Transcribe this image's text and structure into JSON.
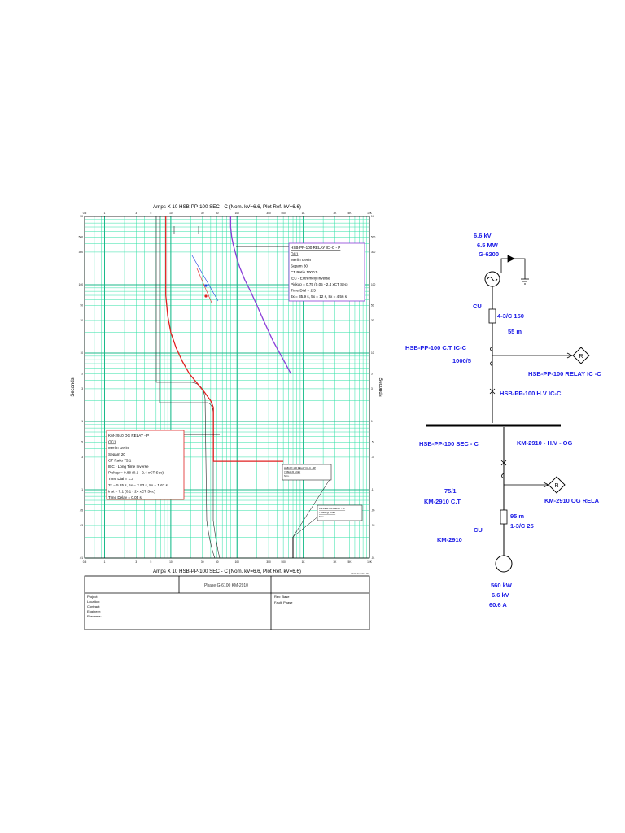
{
  "tcc": {
    "header": "Amps  X  10   HSB-PP-100 SEC - C (Nom. kV=6.6, Plot Ref. kV=6.6)",
    "footer": "Amps  X  10   HSB-PP-100 SEC - C (Nom. kV=6.6, Plot Ref. kV=6.6)",
    "y_axis_label": "Seconds",
    "etap_note": "ETAP Star 20.6.0S",
    "colors": {
      "grid": "#2fe0a6",
      "frame": "#000000",
      "relay_ic": "#8a3fd8",
      "relay_og": "#e02020",
      "marker_blue": "#1f3fe0",
      "marker_red": "#e02020"
    }
  },
  "chart_data": {
    "type": "line",
    "title": "Amps  X  10   HSB-PP-100 SEC - C (Nom. kV=6.6, Plot Ref. kV=6.6)",
    "xlabel": "Amps  X  10",
    "ylabel": "Seconds",
    "x_scale": "log",
    "y_scale": "log",
    "xlim": [
      0.5,
      10000
    ],
    "ylim": [
      0.01,
      1000
    ],
    "x_ticks": [
      "0.5",
      "1",
      "3",
      "5",
      "10",
      "30",
      "50",
      "100",
      "300",
      "500",
      "1K",
      "3K",
      "5K",
      "10K"
    ],
    "y_ticks": [
      "1K",
      "500",
      "300",
      "100",
      "50",
      "30",
      "10",
      "5",
      "3",
      "1",
      ".5",
      ".3",
      ".1",
      ".05",
      ".03",
      ".01"
    ],
    "series": [
      {
        "name": "HSB-PP-100 RELAY IC -C - P",
        "x": [
          80,
          80,
          83,
          88,
          94,
          100,
          110,
          130,
          160,
          200,
          260,
          350,
          500,
          650
        ],
        "y": [
          1000,
          700,
          500,
          380,
          300,
          240,
          180,
          120,
          80,
          50,
          28,
          15,
          8,
          5
        ]
      },
      {
        "name": "KM-2910 OG  RELAY - P",
        "x": [
          8.4,
          8.4,
          9,
          10,
          12,
          15,
          19,
          24,
          32,
          40,
          44,
          44,
          500
        ],
        "y": [
          1000,
          70,
          35,
          20,
          12,
          7.5,
          5,
          3.8,
          2.7,
          2,
          1.6,
          0.26,
          0.26
        ]
      }
    ]
  },
  "callouts": {
    "relay_ic": {
      "lines": [
        "HSB-PP-100 RELAY IC -C - P",
        "OC1",
        "Merlin Gerin",
        "Sepam 80",
        "CT Ratio 1000:5",
        "IEC - Extremely Inverse",
        "Pickup = 0.75 (0.05 - 2.4  xCT Sec)",
        "Time Dial = 2.5",
        "3x = 35.9 s, 5x = 12 s, 8x = 4.56 s"
      ]
    },
    "relay_og": {
      "lines": [
        "KM-2910 OG  RELAY - P",
        "OC1",
        "Merlin Gerin",
        "Sepam 20",
        "CT Ratio 75:1",
        "IEC - Long Time Inverse",
        "Pickup = 0.88 (0.1 - 2.4  xCT Sec)",
        "Time Dial = 1.3",
        "3x = 5.85 s, 5x = 2.93 s, 8x = 1.67 s",
        "Inst = 7.1 (0.1 - 24  xCT Sec)",
        "Time Delay = 0.05 s"
      ]
    },
    "small_a": {
      "lines": [
        "HSB-PP-100 RELAY IC -C - 3P",
        "7.66kA @ 6.6kV",
        "Sym."
      ]
    },
    "small_b": {
      "lines": [
        "KM-2910 OG RELAY - 3P",
        "7.66kA @ 6.6kV",
        "Sym."
      ]
    }
  },
  "title_block": {
    "title": "Phase G-6100 KM-2910",
    "labels": [
      "Project:",
      "Location:",
      "Contract:",
      "Engineer:",
      "Filename:"
    ],
    "rev": "Rev:  Base",
    "fault": "Fault:  Phase"
  },
  "sld": {
    "source_kv": "6.6 kV",
    "source_mw": "6.5 MW",
    "source_id": "G-6200",
    "cable1_material": "CU",
    "cable1_spec": "4-3/C 150",
    "cable1_length": "55 m",
    "ct_ic": "HSB-PP-100  C.T IC-C",
    "ct_ic_ratio": "1000/5",
    "relay_ic": "HSB-PP-100 RELAY IC -C",
    "breaker_ic": "HSB-PP-100  H.V IC-C",
    "bus": "HSB-PP-100 SEC - C",
    "breaker_og": "KM-2910 - H.V - OG",
    "ct_og_ratio": "75/1",
    "ct_og": "KM-2910 C.T",
    "relay_og": "KM-2910 OG  RELA",
    "cable2_length": "95 m",
    "cable2_spec": "1-3/C 25",
    "cable2_material": "CU",
    "cable2_id": "KM-2910",
    "motor_kw": "560 kW",
    "motor_kv": "6.6 kV",
    "motor_a": "60.6 A",
    "relay_symbol": "R"
  }
}
